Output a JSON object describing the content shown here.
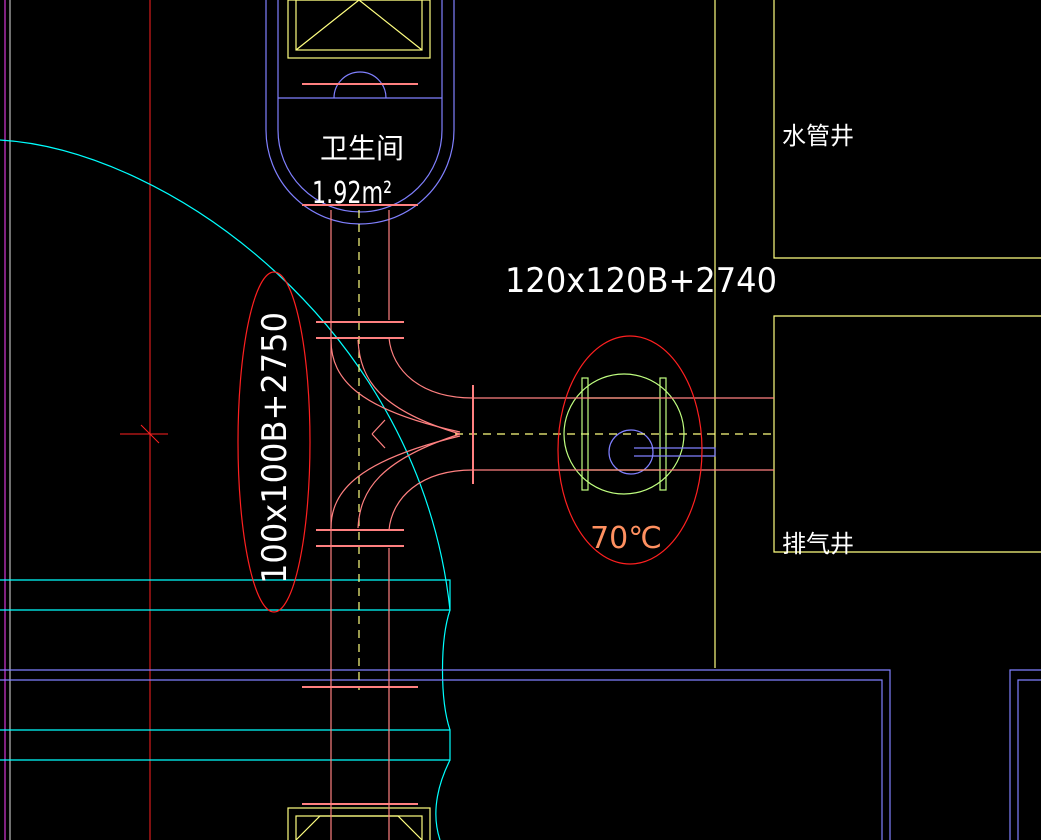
{
  "room": {
    "name": "卫生间",
    "area": "1.92m²"
  },
  "shafts": {
    "water": "水管井",
    "exhaust": "排气井"
  },
  "ducts": {
    "horizontal": "120x120B+2740",
    "vertical": "100x100B+2750"
  },
  "damper": {
    "temperature": "70℃"
  },
  "colors": {
    "background": "#000000",
    "duct": "#ff8080",
    "text": "#ffffff",
    "red": "#ff2020",
    "cyan": "#00ffff",
    "yellow": "#ffff80",
    "blue": "#8080ff",
    "green": "#c0ff80",
    "damperText": "#ff9060"
  }
}
